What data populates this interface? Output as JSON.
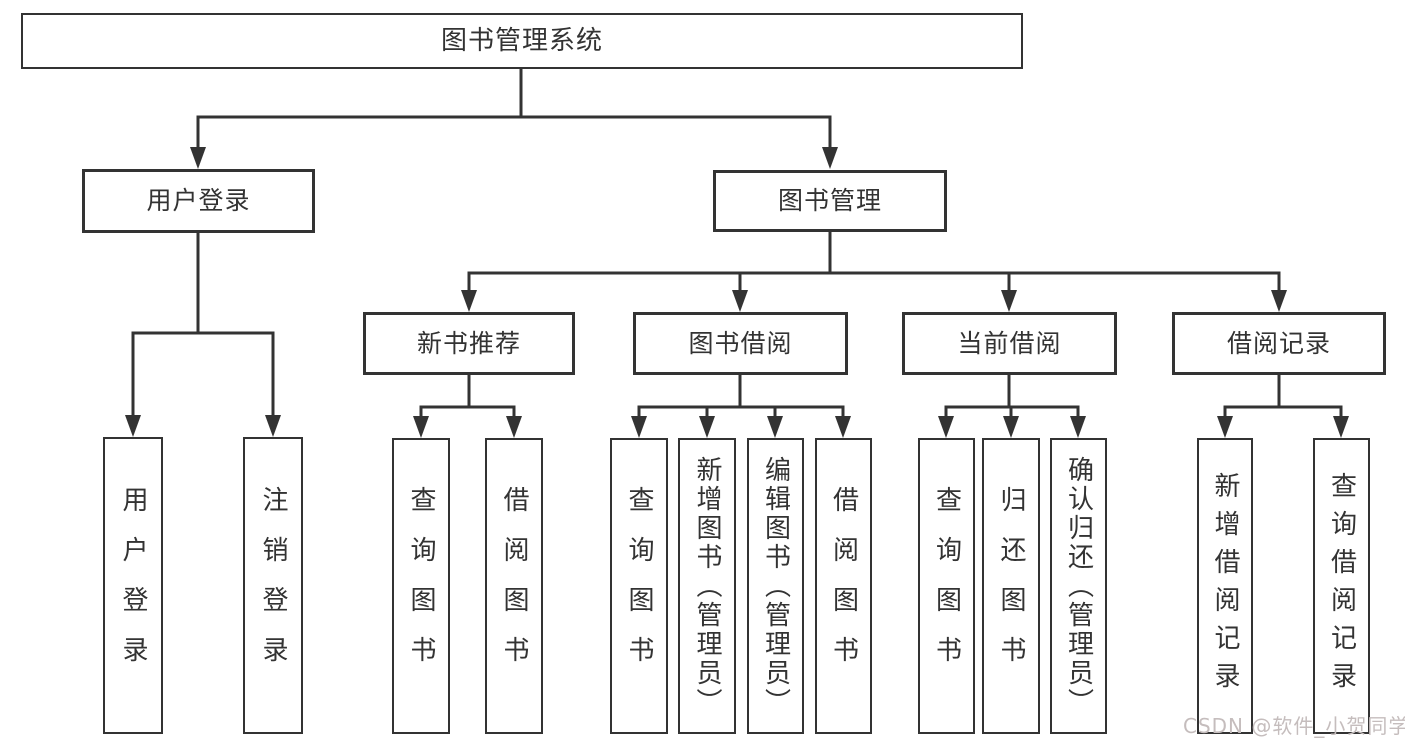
{
  "diagram": {
    "root": "图书管理系统",
    "user_login": {
      "label": "用户登录",
      "children": [
        "用户登录",
        "注销登录"
      ]
    },
    "book_management": {
      "label": "图书管理",
      "modules": [
        {
          "label": "新书推荐",
          "children": [
            "查询图书",
            "借阅图书"
          ]
        },
        {
          "label": "图书借阅",
          "children": [
            "查询图书",
            "新增图书（管理员）",
            "编辑图书（管理员）",
            "借阅图书"
          ]
        },
        {
          "label": "当前借阅",
          "children": [
            "查询图书",
            "归还图书",
            "确认归还（管理员）"
          ]
        },
        {
          "label": "借阅记录",
          "children": [
            "新增借阅记录",
            "查询借阅记录"
          ]
        }
      ]
    }
  },
  "watermark": "CSDN @软件_小贺同学",
  "colors": {
    "line": "#333333",
    "text": "#333333",
    "watermark": "#c5bdbd",
    "background": "#ffffff"
  }
}
